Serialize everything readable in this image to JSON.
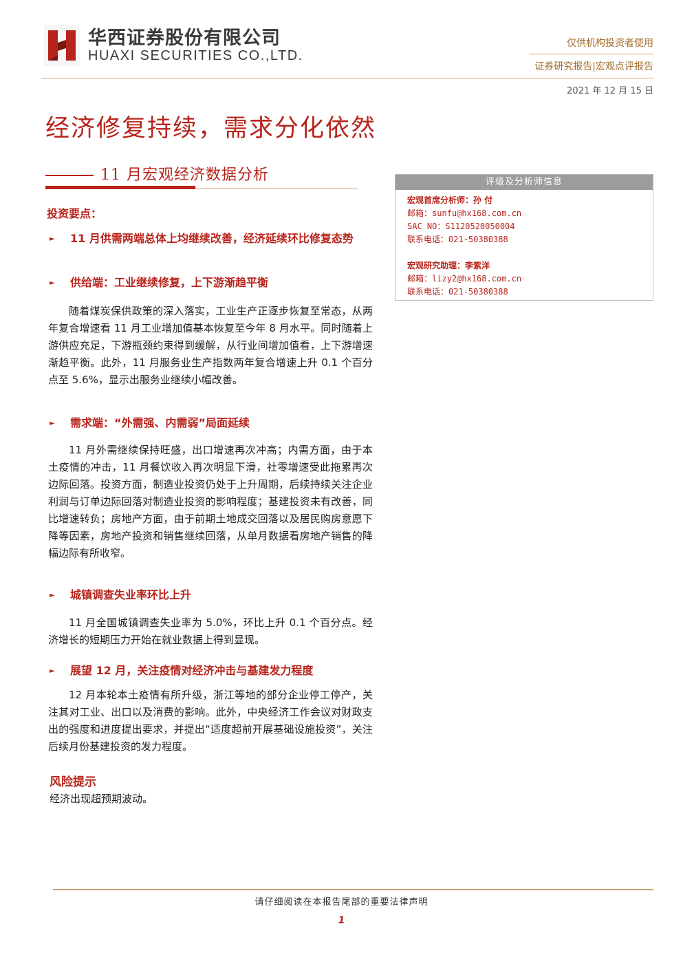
{
  "header": {
    "company_cn": "华西证券股份有限公司",
    "company_en": "HUAXI SECURITIES CO.,LTD.",
    "note": "仅供机构投资者使用",
    "report_type": "证券研究报告|宏观点评报告",
    "date": "2021 年 12 月 15 日"
  },
  "title": {
    "main": "经济修复持续，需求分化依然",
    "sub": "11 月宏观经济数据分析"
  },
  "sidebar": {
    "heading": "评级及分析师信息",
    "analysts": [
      {
        "title": "宏观首席分析师：孙 付",
        "email_label": "邮箱：",
        "email": "sunfu@hx168.com.cn",
        "sac_label": "SAC NO：",
        "sac": "S1120520050004",
        "phone_label": "联系电话：",
        "phone": "021-50380388"
      },
      {
        "title": "宏观研究助理：李紫洋",
        "email_label": "邮箱：",
        "email": "lizy2@hx168.com.cn",
        "phone_label": "联系电话：",
        "phone": "021-50380388"
      }
    ]
  },
  "body": {
    "section_head": "投资要点：",
    "bullets": [
      "11 月供需两端总体上均继续改善，经济延续环比修复态势",
      "供给端：工业继续修复，上下游渐趋平衡",
      "需求端：“外需强、内需弱”局面延续",
      "城镇调查失业率环比上升",
      "展望 12 月，关注疫情对经济冲击与基建发力程度"
    ],
    "paragraphs": [
      "随着煤炭保供政策的深入落实，工业生产正逐步恢复至常态，从两年复合增速看 11 月工业增加值基本恢复至今年 8 月水平。同时随着上游供应充足，下游瓶颈约束得到缓解，从行业间增加值看，上下游增速渐趋平衡。此外，11 月服务业生产指数两年复合增速上升 0.1 个百分点至 5.6%，显示出服务业继续小幅改善。",
      "11 月外需继续保持旺盛，出口增速再次冲高；内需方面，由于本土疫情的冲击，11 月餐饮收入再次明显下滑，社零增速受此拖累再次边际回落。投资方面，制造业投资仍处于上升周期，后续持续关注企业利润与订单边际回落对制造业投资的影响程度；基建投资未有改善，同比增速转负；房地产方面，由于前期土地成交回落以及居民购房意愿下降等因素，房地产投资和销售继续回落，从单月数据看房地产销售的降幅边际有所收窄。",
      "11 月全国城镇调查失业率为 5.0%，环比上升 0.1 个百分点。经济增长的短期压力开始在就业数据上得到显现。",
      "12 月本轮本土疫情有所升级，浙江等地的部分企业停工停产，关注其对工业、出口以及消费的影响。此外，中央经济工作会议对财政支出的强度和进度提出要求，并提出“适度超前开展基础设施投资”，关注后续月份基建投资的发力程度。"
    ],
    "risk_head": "风险提示",
    "risk_text": "经济出现超预期波动。"
  },
  "footer": {
    "note": "请仔细阅读在本报告尾部的重要法律声明",
    "page": "1"
  },
  "colors": {
    "brand_red": "#b8241c",
    "gold": "#c9a26a",
    "gray_header": "#9c9c9c"
  },
  "icons": {
    "logo": "huaxi-logo-icon",
    "bullet": "triangle-right-icon"
  }
}
